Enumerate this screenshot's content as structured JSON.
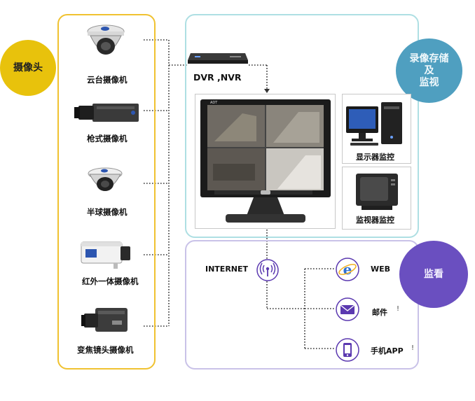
{
  "groups": {
    "cameras": "摄像头",
    "recording": [
      "录像存储",
      "及",
      "监视"
    ],
    "monitoring": "监看"
  },
  "cameras": [
    {
      "label": "云台摄像机",
      "icon": "ptz-dome-camera-icon"
    },
    {
      "label": "枪式摄像机",
      "icon": "bullet-camera-icon"
    },
    {
      "label": "半球摄像机",
      "icon": "half-dome-camera-icon"
    },
    {
      "label": "红外一体摄像机",
      "icon": "infrared-camera-icon"
    },
    {
      "label": "变焦镜头摄像机",
      "icon": "zoom-lens-camera-icon"
    }
  ],
  "recorder": {
    "label": "DVR ,NVR",
    "icon": "dvr-recorder-icon"
  },
  "displays": [
    {
      "label": "显示器监控",
      "icon": "desktop-computer-icon"
    },
    {
      "label": "监视器监控",
      "icon": "crt-monitor-icon"
    }
  ],
  "monitor": {
    "brand": "ADT",
    "icon": "quad-view-monitor-icon"
  },
  "network": {
    "label": "INTERNET",
    "icon": "wireless-antenna-icon"
  },
  "outputs": [
    {
      "label": "WEB",
      "icon": "internet-explorer-icon",
      "mark": ""
    },
    {
      "label": "邮件",
      "icon": "mail-envelope-icon",
      "mark": "!"
    },
    {
      "label": "手机APP",
      "icon": "mobile-phone-icon",
      "mark": "!"
    }
  ],
  "colors": {
    "cameras": "#e8c20c",
    "recording": "#4f9fc0",
    "monitoring": "#6a4fc0"
  }
}
